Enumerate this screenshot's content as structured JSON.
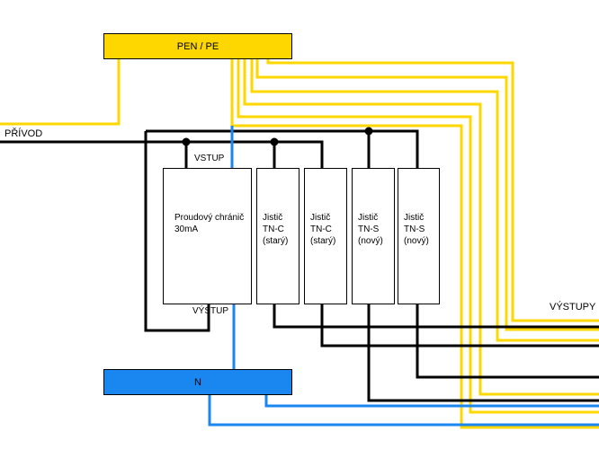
{
  "pen_bar": {
    "label": "PEN / PE",
    "color": "#ffd700"
  },
  "n_bar": {
    "label": "N",
    "color": "#1a86f0"
  },
  "labels": {
    "privod": "PŘÍVOD",
    "vstup": "VSTUP",
    "vystup": "VÝSTUP",
    "vystupy": "VÝSTUPY"
  },
  "rcd": {
    "lines": [
      "Proudový chránič",
      "30mA"
    ]
  },
  "breakers": [
    {
      "lines": [
        "Jistič",
        "TN-C",
        "(starý)"
      ]
    },
    {
      "lines": [
        "Jistič",
        "TN-C",
        "(starý)"
      ]
    },
    {
      "lines": [
        "Jistič",
        "TN-S",
        "(nový)"
      ]
    },
    {
      "lines": [
        "Jistič",
        "TN-S",
        "(nový)"
      ]
    }
  ],
  "wire_colors": {
    "pe": "#ffd700",
    "neutral": "#1a86f0",
    "phase": "#000000"
  }
}
